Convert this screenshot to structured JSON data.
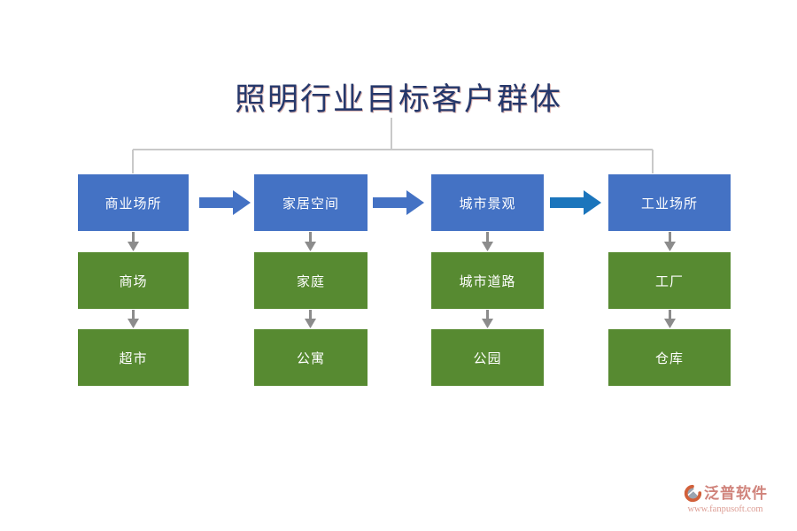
{
  "title": {
    "text": "照明行业目标客户群体",
    "color": "#26386B"
  },
  "diagram": {
    "type": "tree-with-flow",
    "columns": [
      {
        "header": "商业场所",
        "children": [
          "商场",
          "超市"
        ]
      },
      {
        "header": "家居空间",
        "children": [
          "家庭",
          "公寓"
        ]
      },
      {
        "header": "城市景观",
        "children": [
          "城市道路",
          "公园"
        ]
      },
      {
        "header": "工业场所",
        "children": [
          "工厂",
          "仓库"
        ]
      }
    ],
    "flow_arrows_between_headers": 3
  },
  "colors": {
    "header_box": "#4472C4",
    "child_box": "#578A31",
    "flow_arrow_1": "#4472C4",
    "flow_arrow_2": "#4472C4",
    "flow_arrow_3": "#1B75BC",
    "down_arrow": "#8C8C8C",
    "connector_line": "#C9C9C9",
    "title_text": "#26386B"
  },
  "watermark": {
    "brand": "泛普软件",
    "url": "www.fanpusoft.com",
    "brand_color": "#D0837B",
    "url_color": "#DD9E95"
  }
}
